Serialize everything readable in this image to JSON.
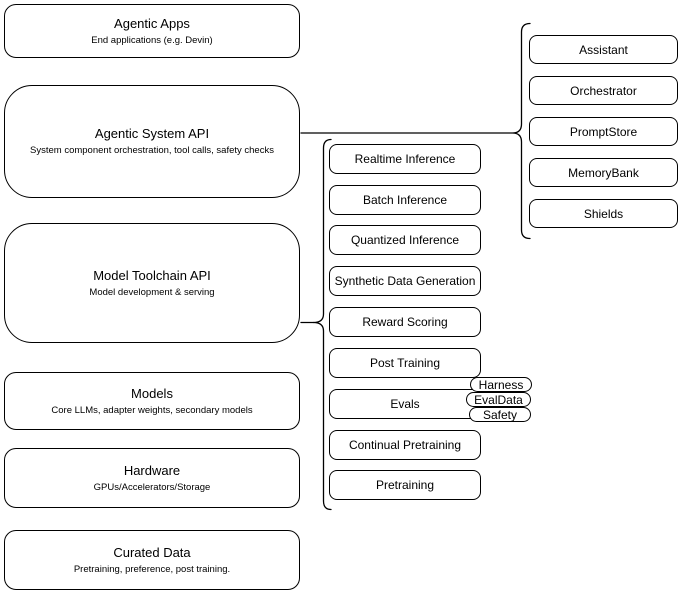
{
  "diagram": {
    "stack": [
      {
        "title": "Agentic Apps",
        "subtitle": "End applications (e.g. Devin)"
      },
      {
        "title": "Agentic System API",
        "subtitle": "System component orchestration, tool calls, safety checks"
      },
      {
        "title": "Model Toolchain API",
        "subtitle": "Model development & serving"
      },
      {
        "title": "Models",
        "subtitle": "Core LLMs, adapter weights, secondary models"
      },
      {
        "title": "Hardware",
        "subtitle": "GPUs/Accelerators/Storage"
      },
      {
        "title": "Curated Data",
        "subtitle": "Pretraining, preference, post training."
      }
    ],
    "toolchain_items": [
      "Realtime Inference",
      "Batch Inference",
      "Quantized Inference",
      "Synthetic Data Generation",
      "Reward Scoring",
      "Post Training",
      "Evals",
      "Continual Pretraining",
      "Pretraining"
    ],
    "eval_tags": [
      "Harness",
      "EvalData",
      "Safety"
    ],
    "system_components": [
      "Assistant",
      "Orchestrator",
      "PromptStore",
      "MemoryBank",
      "Shields"
    ],
    "colors": {
      "stroke": "#000000",
      "fill": "#ffffff",
      "text": "#000000"
    }
  }
}
